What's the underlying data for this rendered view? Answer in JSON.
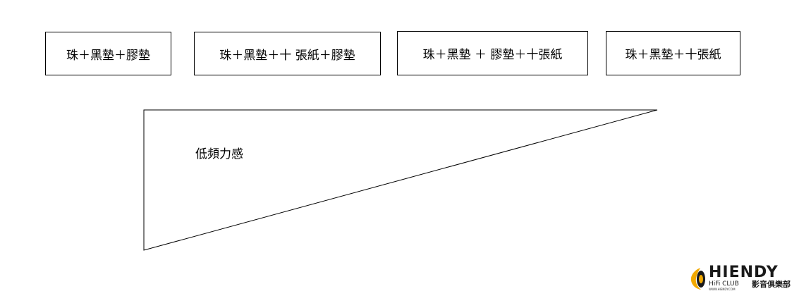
{
  "boxes": [
    {
      "label": "珠＋黑墊＋膠墊"
    },
    {
      "label": "珠＋黑墊＋十 張紙＋膠墊"
    },
    {
      "label": "珠＋黑墊 ＋ 膠墊＋十張紙"
    },
    {
      "label": "珠＋黑墊＋十張紙"
    }
  ],
  "triangle": {
    "label": "低頻力感"
  },
  "logo": {
    "brand": "HIENDY",
    "sub": "HiFi CLUB",
    "url": "WWW.HIENDY.COM",
    "club": "影音俱樂部",
    "icon": "horn-speaker-icon",
    "accent": "#f2a900"
  }
}
